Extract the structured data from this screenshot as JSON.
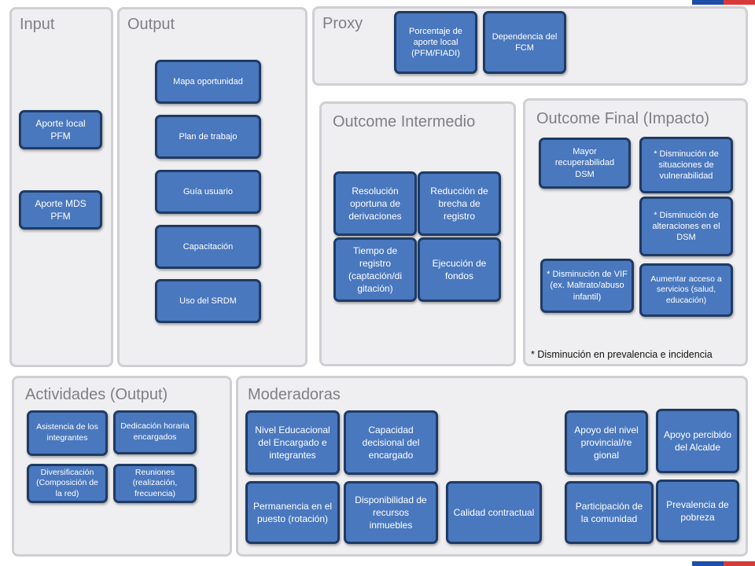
{
  "panels": {
    "input": "Input",
    "output": "Output",
    "proxy": "Proxy",
    "outcome_intermedio": "Outcome Intermedio",
    "outcome_final": "Outcome Final (Impacto)",
    "actividades": "Actividades (Output)",
    "moderadoras": "Moderadoras"
  },
  "input_boxes": [
    "Aporte local PFM",
    "Aporte MDS PFM"
  ],
  "output_boxes": [
    "Mapa oportunidad",
    "Plan de trabajo",
    "Guía usuario",
    "Capacitación",
    "Uso del SRDM"
  ],
  "proxy_boxes": [
    "Porcentaje de aporte local (PFM/FIADI)",
    "Dependencia del FCM"
  ],
  "intermedio_boxes": [
    "Resolución oportuna de derivaciones",
    "Reducción de brecha de registro",
    "Tiempo de registro (captación/di gitación)",
    "Ejecución de fondos"
  ],
  "final_boxes": [
    "Mayor recuperabilidad DSM",
    "* Disminución de situaciones de vulnerabilidad",
    "* Disminución de alteraciones en el DSM",
    "* Disminución de VIF (ex. Maltrato/abuso infantil)",
    "Aumentar acceso a servicios (salud, educación)"
  ],
  "final_note": "* Disminución en prevalencia e incidencia",
  "actividades_boxes": [
    "Asistencia de los integrantes",
    "Dedicación horaria encargados",
    "Diversificación (Composición de la red)",
    "Reuniones (realización, frecuencia)"
  ],
  "moderadoras_boxes": [
    "Nivel Educacional del Encargado e integrantes",
    "Capacidad decisional del encargado",
    "Apoyo del nivel provincial/re gional",
    "Apoyo percibido del Alcalde",
    "Permanencia en el puesto (rotación)",
    "Disponibilidad de recursos inmuebles",
    "Calidad contractual",
    "Participación de la comunidad",
    "Prevalencia de pobreza"
  ],
  "colors": {
    "panel_bg": "#efeff1",
    "panel_border": "#cfcfd4",
    "box_fill": "#4a78be",
    "box_border": "#1f3b64",
    "title_text": "#7f7f85",
    "flag_blue": "#1f4ea8",
    "flag_red": "#d63a3a"
  }
}
